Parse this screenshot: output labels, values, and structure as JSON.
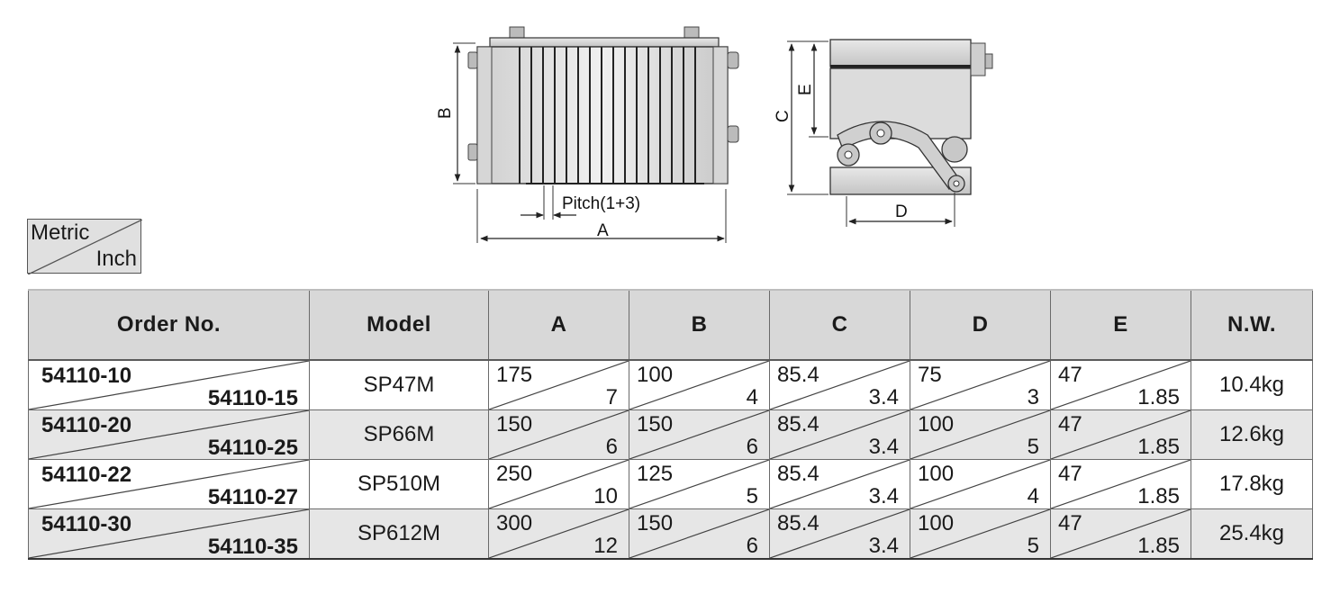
{
  "drawing_labels": {
    "dim_a": "A",
    "dim_b": "B",
    "dim_c": "C",
    "dim_d": "D",
    "dim_e": "E",
    "pitch": "Pitch(1+3)"
  },
  "unit_legend": {
    "metric": "Metric",
    "inch": "Inch"
  },
  "table": {
    "headers": {
      "order_no": "Order No.",
      "model": "Model",
      "a": "A",
      "b": "B",
      "c": "C",
      "d": "D",
      "e": "E",
      "nw": "N.W."
    },
    "rows": [
      {
        "order_metric": "54110-10",
        "order_inch": "54110-15",
        "model": "SP47M",
        "a_mm": "175",
        "a_in": "7",
        "b_mm": "100",
        "b_in": "4",
        "c_mm": "85.4",
        "c_in": "3.4",
        "d_mm": "75",
        "d_in": "3",
        "e_mm": "47",
        "e_in": "1.85",
        "nw": "10.4kg"
      },
      {
        "order_metric": "54110-20",
        "order_inch": "54110-25",
        "model": "SP66M",
        "a_mm": "150",
        "a_in": "6",
        "b_mm": "150",
        "b_in": "6",
        "c_mm": "85.4",
        "c_in": "3.4",
        "d_mm": "100",
        "d_in": "5",
        "e_mm": "47",
        "e_in": "1.85",
        "nw": "12.6kg"
      },
      {
        "order_metric": "54110-22",
        "order_inch": "54110-27",
        "model": "SP510M",
        "a_mm": "250",
        "a_in": "10",
        "b_mm": "125",
        "b_in": "5",
        "c_mm": "85.4",
        "c_in": "3.4",
        "d_mm": "100",
        "d_in": "4",
        "e_mm": "47",
        "e_in": "1.85",
        "nw": "17.8kg"
      },
      {
        "order_metric": "54110-30",
        "order_inch": "54110-35",
        "model": "SP612M",
        "a_mm": "300",
        "a_in": "12",
        "b_mm": "150",
        "b_in": "6",
        "c_mm": "85.4",
        "c_in": "3.4",
        "d_mm": "100",
        "d_in": "5",
        "e_mm": "47",
        "e_in": "1.85",
        "nw": "25.4kg"
      }
    ]
  }
}
